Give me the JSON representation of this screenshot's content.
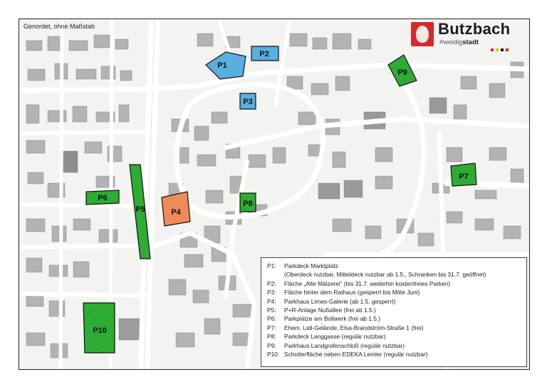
{
  "map": {
    "note": "Genordet, ohne Maßstab",
    "brand": {
      "name": "Butzbach",
      "tag_prefix": "#weidig",
      "tag_bold": "stadt",
      "dot_colors": [
        "#d9262c",
        "#f2b705",
        "#1b1b1b",
        "#d9262c"
      ]
    },
    "colors": {
      "blue": "#5aaee0",
      "green": "#2eb135",
      "orange": "#f08a58",
      "street": "#ffffff",
      "building": "#a9a9a9",
      "land": "#f3f3f1"
    },
    "parking_labels": [
      "P1",
      "P2",
      "P3",
      "P4",
      "P5",
      "P6",
      "P7",
      "P8",
      "P9",
      "P10"
    ]
  },
  "legend": {
    "items": [
      {
        "key": "P1:",
        "text": "Parkdeck Marktplatz"
      },
      {
        "key": "",
        "text": "(Oberdeck nutzbar, Mitteldeck nutzbar ab 1.5., Schranken bis 31.7. geöffnet)"
      },
      {
        "key": "P2:",
        "text": "Fläche „Alte Mälzerei“ (bis 31.7. weiterhin kostenfreies Parken)"
      },
      {
        "key": "P3:",
        "text": "Fläche hinter dem Rathaus (gesperrt bis Mitte Juni)"
      },
      {
        "key": "P4:",
        "text": "Parkhaus Limes-Galerie (ab 1.5. gesperrt)"
      },
      {
        "key": "P5:",
        "text": "P+R-Anlage Nußallee (frei ab 1.5.)"
      },
      {
        "key": "P6:",
        "text": "Parkplätze am Bollwerk (frei ab 1.5.)"
      },
      {
        "key": "P7:",
        "text": "Ehem. Lidl-Gelände, Elsa-Brandström-Straße 1 (frei)"
      },
      {
        "key": "P8:",
        "text": "Parkdeck Langgasse (regulär nutzbar)"
      },
      {
        "key": "P9:",
        "text": "Parkhaus Landgrafenschloß (regulär nutzbar)"
      },
      {
        "key": "P10:",
        "text": "Schotterfläche neben EDEKA Lemler (regulär nutzbar)"
      }
    ]
  }
}
